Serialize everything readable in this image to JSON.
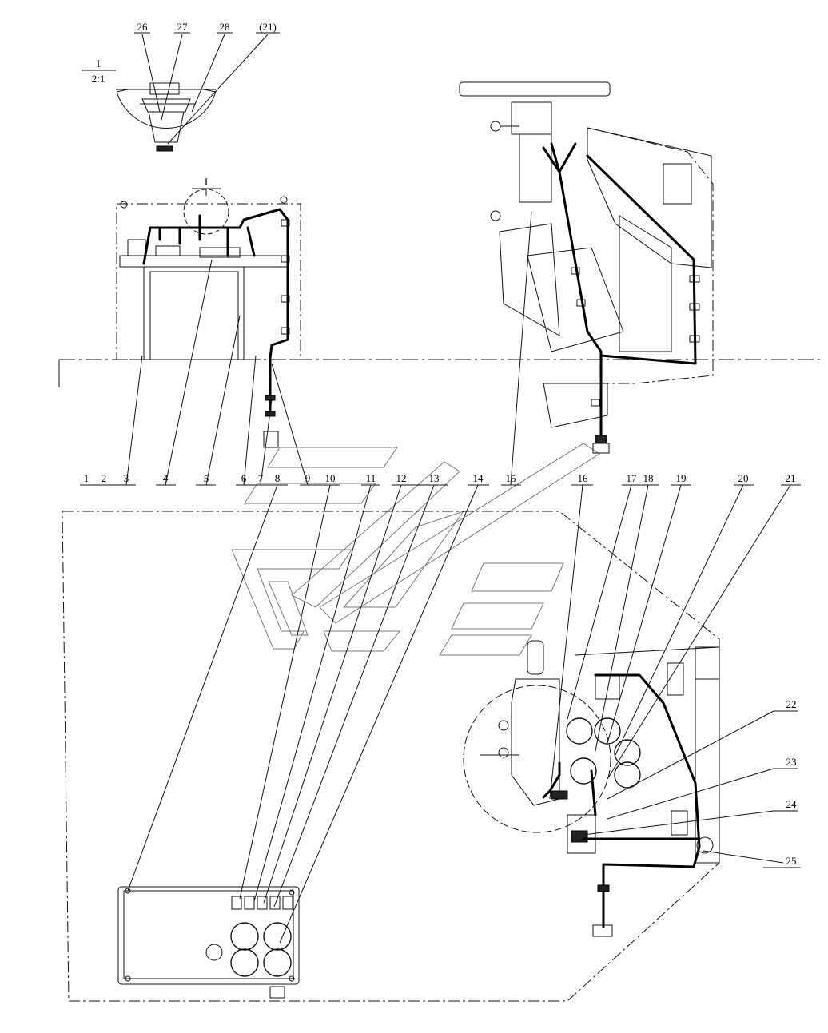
{
  "detail_view": {
    "label": "I",
    "scale": "2:1"
  },
  "callouts_top": [
    "26",
    "27",
    "28",
    "(21)"
  ],
  "view_marker": "I",
  "callouts_row": [
    "1",
    "2",
    "3",
    "4",
    "5",
    "6",
    "7",
    "8",
    "9",
    "10",
    "11",
    "12",
    "13",
    "14",
    "15",
    "16",
    "17",
    "18",
    "19",
    "20",
    "21"
  ],
  "callouts_right": [
    "22",
    "23",
    "24",
    "25"
  ]
}
